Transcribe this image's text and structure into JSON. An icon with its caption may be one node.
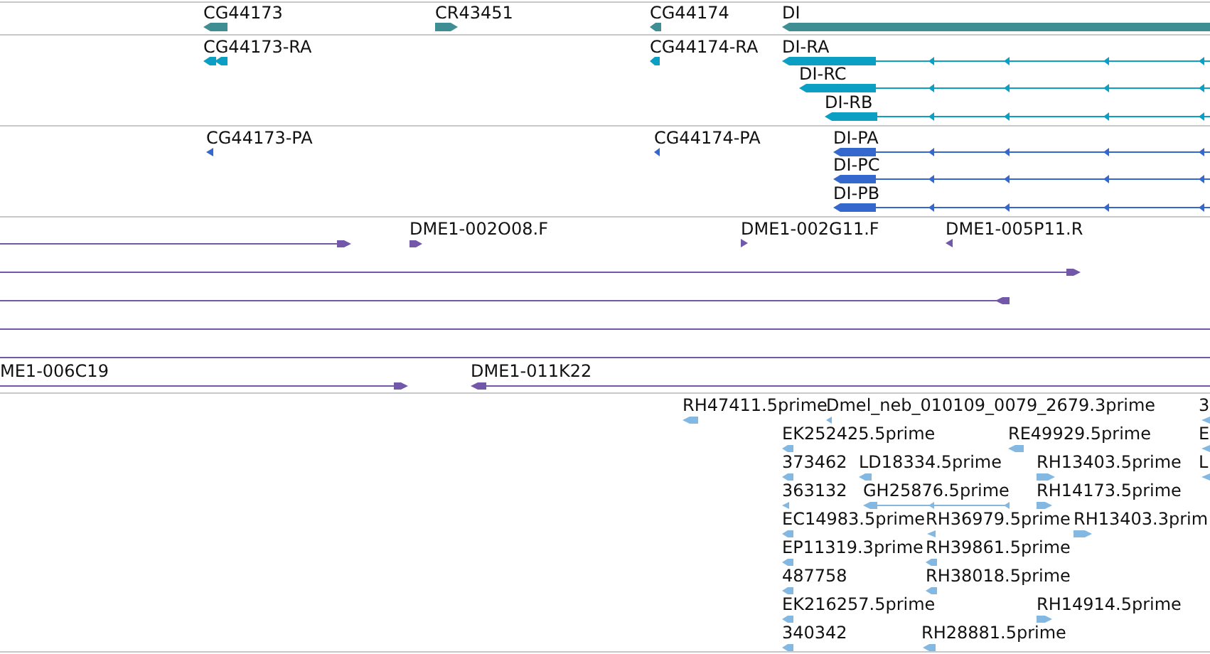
{
  "diagram": {
    "nodes": [
      {
        "text": [
          "CG44173"
        ]
      },
      {
        "text": [
          "CR43451"
        ]
      },
      {
        "text": [
          "CG44174"
        ]
      },
      {
        "text": [
          "DI"
        ]
      },
      {
        "text": [
          "CG44173-RA"
        ]
      },
      {
        "text": [
          "CG44174-RA"
        ]
      },
      {
        "text": [
          "DI-RA"
        ]
      },
      {
        "text": [
          "DI-RC"
        ]
      },
      {
        "text": [
          "DI-RB"
        ]
      },
      {
        "text": [
          "CG44173-PA"
        ]
      },
      {
        "text": [
          "CG44174-PA"
        ]
      },
      {
        "text": [
          "DI-PA"
        ]
      },
      {
        "text": [
          "DI-PC"
        ]
      },
      {
        "text": [
          "DI-PB"
        ]
      },
      {
        "text": [],
        "shape": "bar"
      },
      {
        "text": [
          "DME1-002O08.F"
        ]
      },
      {
        "text": [
          "DME1-002G11.F"
        ]
      },
      {
        "text": [
          "DME1-005P11.R"
        ]
      },
      {
        "text": [],
        "shape": "bar"
      },
      {
        "text": [],
        "shape": "bar"
      },
      {
        "text": [],
        "shape": "bar"
      },
      {
        "text": [],
        "shape": "bar"
      },
      {
        "text": [
          "ME1-006C19"
        ]
      },
      {
        "text": [
          "DME1-011K22"
        ]
      },
      {
        "text": [
          "RH47411.5prime"
        ]
      },
      {
        "text": [
          "Dmel_neb_010109_0079_2679.3prime"
        ]
      },
      {
        "text": [
          "3"
        ]
      },
      {
        "text": [
          "EK252425.5prime"
        ]
      },
      {
        "text": [
          "RE49929.5prime"
        ]
      },
      {
        "text": [
          "E"
        ]
      },
      {
        "text": [
          "373462"
        ]
      },
      {
        "text": [
          "LD18334.5prime"
        ]
      },
      {
        "text": [
          "RH13403.5prime"
        ]
      },
      {
        "text": [
          "L"
        ]
      },
      {
        "text": [
          "363132"
        ]
      },
      {
        "text": [
          "GH25876.5prime"
        ]
      },
      {
        "text": [
          "RH14173.5prime"
        ]
      },
      {
        "text": [
          "EC14983.5prime"
        ]
      },
      {
        "text": [
          "RH36979.5prime"
        ]
      },
      {
        "text": [
          "RH13403.3prim"
        ]
      },
      {
        "text": [
          "EP11319.3prime"
        ]
      },
      {
        "text": [
          "RH39861.5prime"
        ]
      },
      {
        "text": [
          "487758"
        ]
      },
      {
        "text": [
          "RH38018.5prime"
        ]
      },
      {
        "text": [
          "EK216257.5prime"
        ]
      },
      {
        "text": [
          "RH14914.5prime"
        ]
      },
      {
        "text": [
          "340342"
        ]
      },
      {
        "text": [
          "RH28881.5prime"
        ]
      }
    ]
  }
}
